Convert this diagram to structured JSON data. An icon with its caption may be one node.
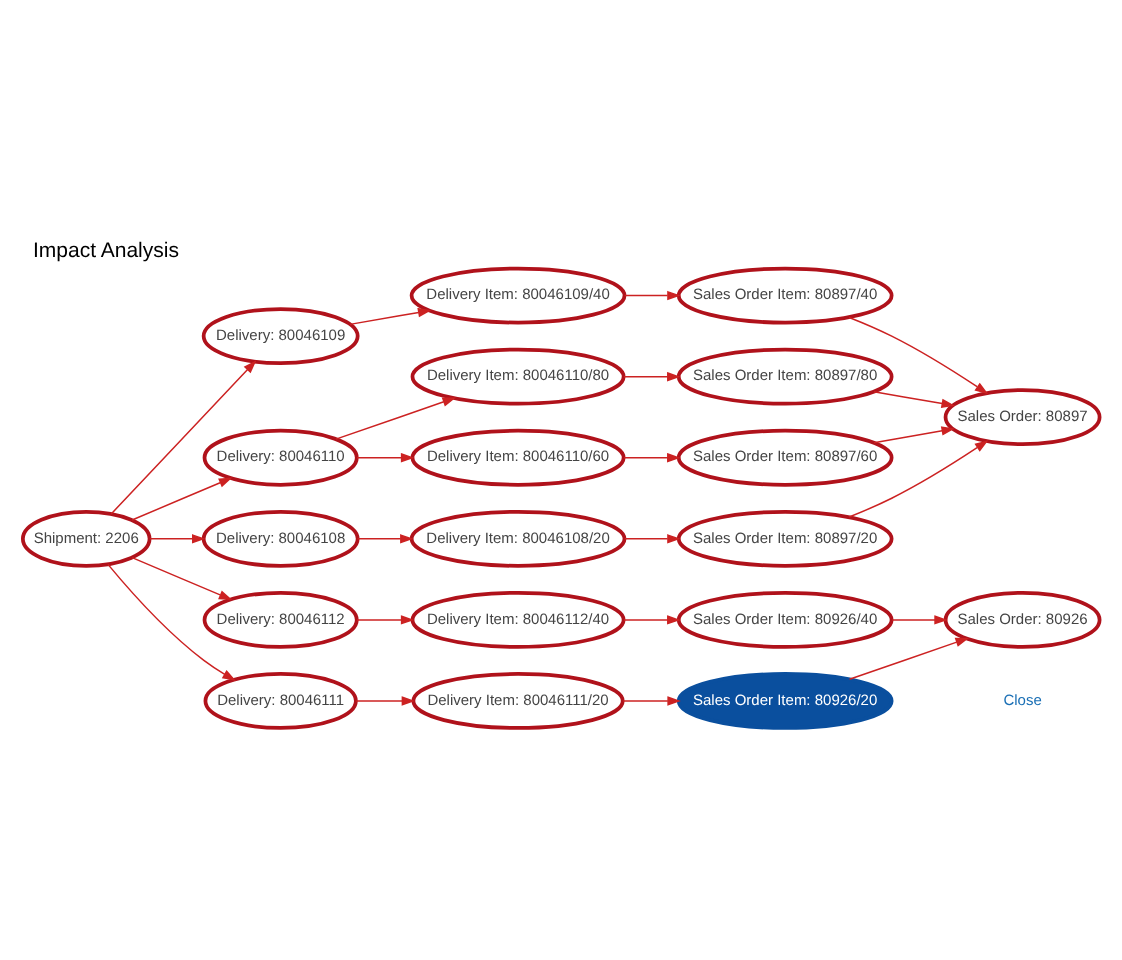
{
  "diagram": {
    "title": "Impact Analysis",
    "nodes": [
      {
        "text": [
          "Shipment: 2206"
        ]
      },
      {
        "text": [
          "Delivery: 80046109"
        ]
      },
      {
        "text": [
          "Delivery Item: 80046109/40"
        ]
      },
      {
        "text": [
          "Sales Order Item: 80897/40"
        ]
      },
      {
        "text": [
          "Delivery: 80046110"
        ]
      },
      {
        "text": [
          "Delivery Item: 80046110/80"
        ]
      },
      {
        "text": [
          "Sales Order Item: 80897/80"
        ]
      },
      {
        "text": [
          "Sales Order: 80897"
        ]
      },
      {
        "text": [
          "Delivery Item: 80046110/60"
        ]
      },
      {
        "text": [
          "Sales Order Item: 80897/60"
        ]
      },
      {
        "text": [
          "Delivery: 80046108"
        ]
      },
      {
        "text": [
          "Delivery Item: 80046108/20"
        ]
      },
      {
        "text": [
          "Sales Order Item: 80897/20"
        ]
      },
      {
        "text": [
          "Delivery: 80046112"
        ]
      },
      {
        "text": [
          "Delivery Item: 80046112/40"
        ]
      },
      {
        "text": [
          "Sales Order Item: 80926/40"
        ]
      },
      {
        "text": [
          "Sales Order: 80926"
        ]
      },
      {
        "text": [
          "Delivery: 80046111"
        ]
      },
      {
        "text": [
          "Delivery Item: 80046111/20"
        ]
      },
      {
        "text": [
          "Sales Order Item: 80926/20"
        ]
      }
    ],
    "edges": [
      {
        "from": 0,
        "to": 1,
        "arrow": "to"
      },
      {
        "from": 0,
        "to": 4,
        "arrow": "to"
      },
      {
        "from": 0,
        "to": 10,
        "arrow": "to"
      },
      {
        "from": 0,
        "to": 13,
        "arrow": "to"
      },
      {
        "from": 0,
        "to": 17,
        "arrow": "to"
      },
      {
        "from": 1,
        "to": 2,
        "arrow": "to"
      },
      {
        "from": 2,
        "to": 3,
        "arrow": "to"
      },
      {
        "from": 3,
        "to": 7,
        "arrow": "to"
      },
      {
        "from": 4,
        "to": 5,
        "arrow": "to"
      },
      {
        "from": 5,
        "to": 6,
        "arrow": "to"
      },
      {
        "from": 6,
        "to": 7,
        "arrow": "to"
      },
      {
        "from": 4,
        "to": 8,
        "arrow": "to"
      },
      {
        "from": 8,
        "to": 9,
        "arrow": "to"
      },
      {
        "from": 9,
        "to": 7,
        "arrow": "to"
      },
      {
        "from": 10,
        "to": 11,
        "arrow": "to"
      },
      {
        "from": 11,
        "to": 12,
        "arrow": "to"
      },
      {
        "from": 12,
        "to": 7,
        "arrow": "to"
      },
      {
        "from": 13,
        "to": 14,
        "arrow": "to"
      },
      {
        "from": 14,
        "to": 15,
        "arrow": "to"
      },
      {
        "from": 15,
        "to": 16,
        "arrow": "to"
      },
      {
        "from": 17,
        "to": 18,
        "arrow": "to"
      },
      {
        "from": 18,
        "to": 19,
        "arrow": "to"
      },
      {
        "from": 19,
        "to": 16,
        "arrow": "to"
      }
    ],
    "labels": [
      "Close"
    ]
  }
}
